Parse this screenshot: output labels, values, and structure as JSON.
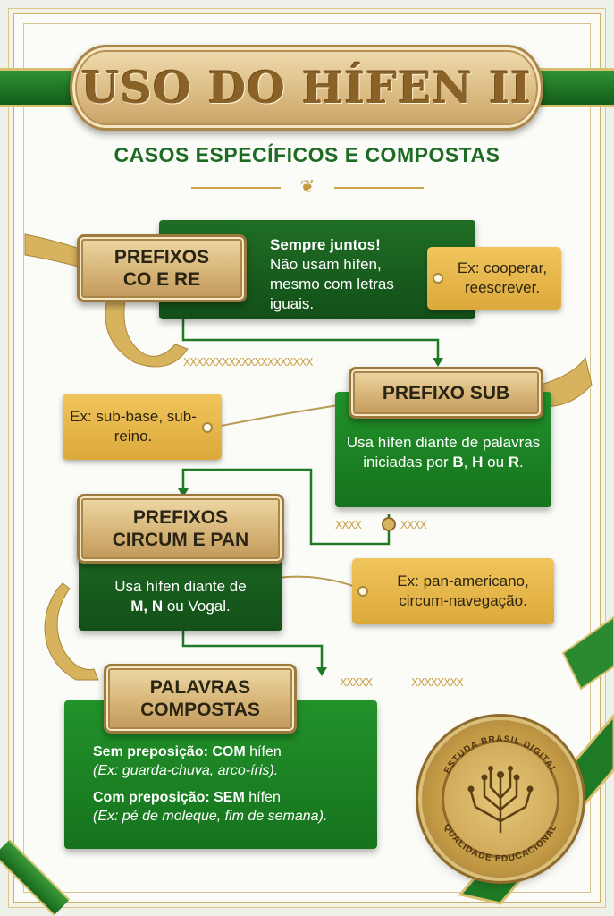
{
  "title": "USO DO HÍFEN II",
  "subtitle": "CASOS ESPECÍFICOS E COMPOSTAS",
  "sections": [
    {
      "heading": "PREFIXOS\nCO E RE",
      "rule_bold": "Sempre juntos!",
      "rule_text": "Não usam hífen, mesmo com letras iguais.",
      "example": "Ex: cooperar, reescrever."
    },
    {
      "heading": "PREFIXO SUB",
      "rule_pre": "Usa hífen diante de palavras iniciadas por ",
      "rule_b": "B",
      "rule_sep1": ", ",
      "rule_h": "H",
      "rule_sep2": " ou ",
      "rule_r": "R",
      "rule_end": ".",
      "example": "Ex: sub-base, sub-reino."
    },
    {
      "heading": "PREFIXOS\nCIRCUM E PAN",
      "rule_line1": "Usa hífen diante de",
      "rule_mn": "M, N",
      "rule_or": " ou Vogal.",
      "example": "Ex: pan-americano, circum-navegação."
    },
    {
      "heading": "PALAVRAS\nCOMPOSTAS",
      "rule1_bold": "Sem preposição: COM",
      "rule1_rest": " hífen",
      "rule1_example": "(Ex: guarda-chuva, arco-íris).",
      "rule2_bold": "Com preposição: SEM",
      "rule2_rest": " hífen",
      "rule2_example": "(Ex: pé de moleque, fim de semana)."
    }
  ],
  "seal": {
    "top_text": "ESTUDA BRASIL DIGITAL",
    "bottom_text": "QUALIDADE EDUCACIONAL",
    "icon": "circuit-tree-icon"
  },
  "colors": {
    "green": "#1f7a25",
    "gold": "#d4b173",
    "tag": "#e8b84a"
  }
}
